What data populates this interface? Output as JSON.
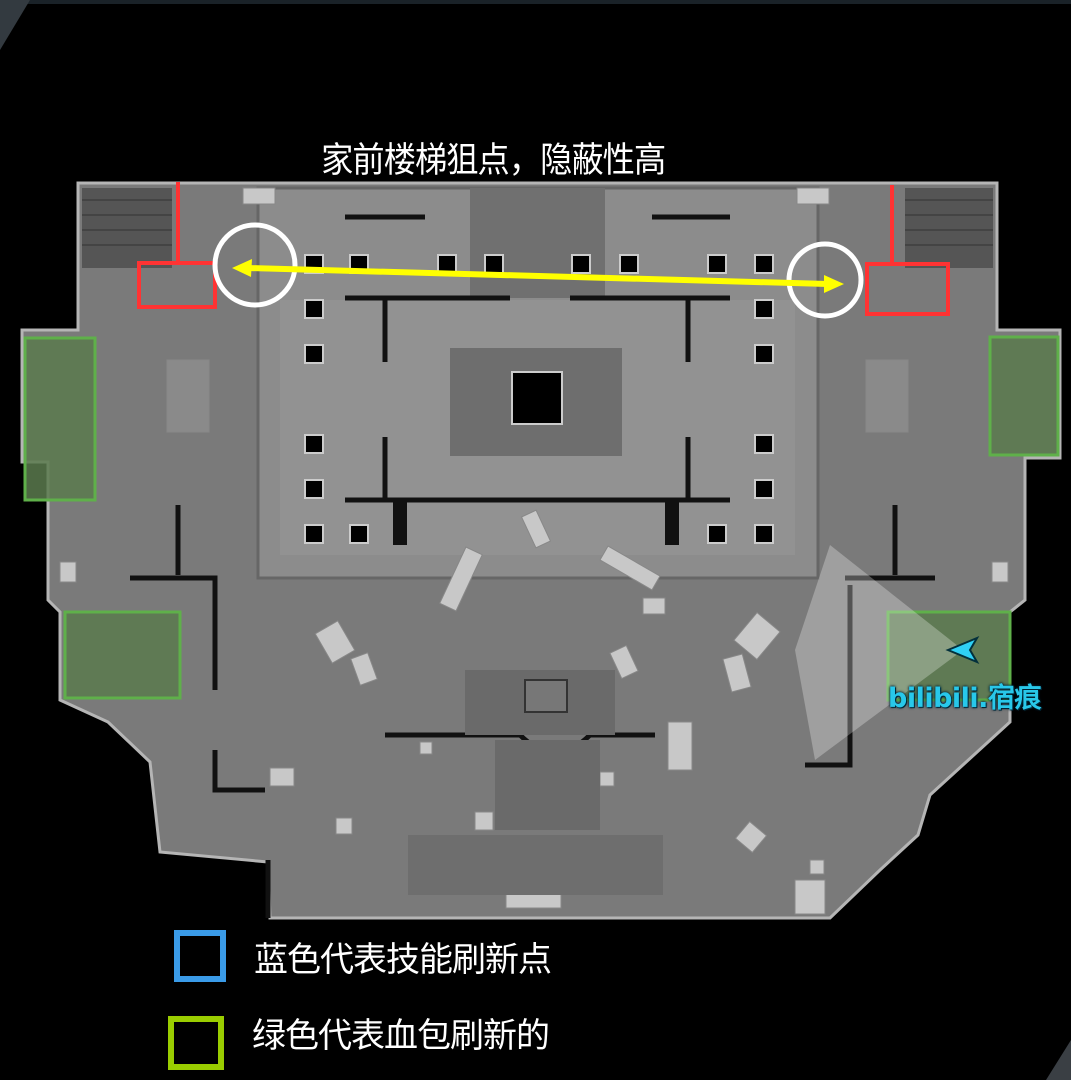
{
  "annotation": {
    "title": "家前楼梯狙点，隐蔽性高"
  },
  "player": {
    "name": "bilibili.宿痕",
    "color": "#28c8ea"
  },
  "legend": [
    {
      "label": "蓝色代表技能刷新点",
      "color": "#3a9be8"
    },
    {
      "label": "绿色代表血包刷新的",
      "color": "#9acd00"
    }
  ],
  "colors": {
    "sniper_marker": "#ff3333",
    "sightline_arrow": "#ffff00",
    "health_zone": "#5fb04a"
  }
}
